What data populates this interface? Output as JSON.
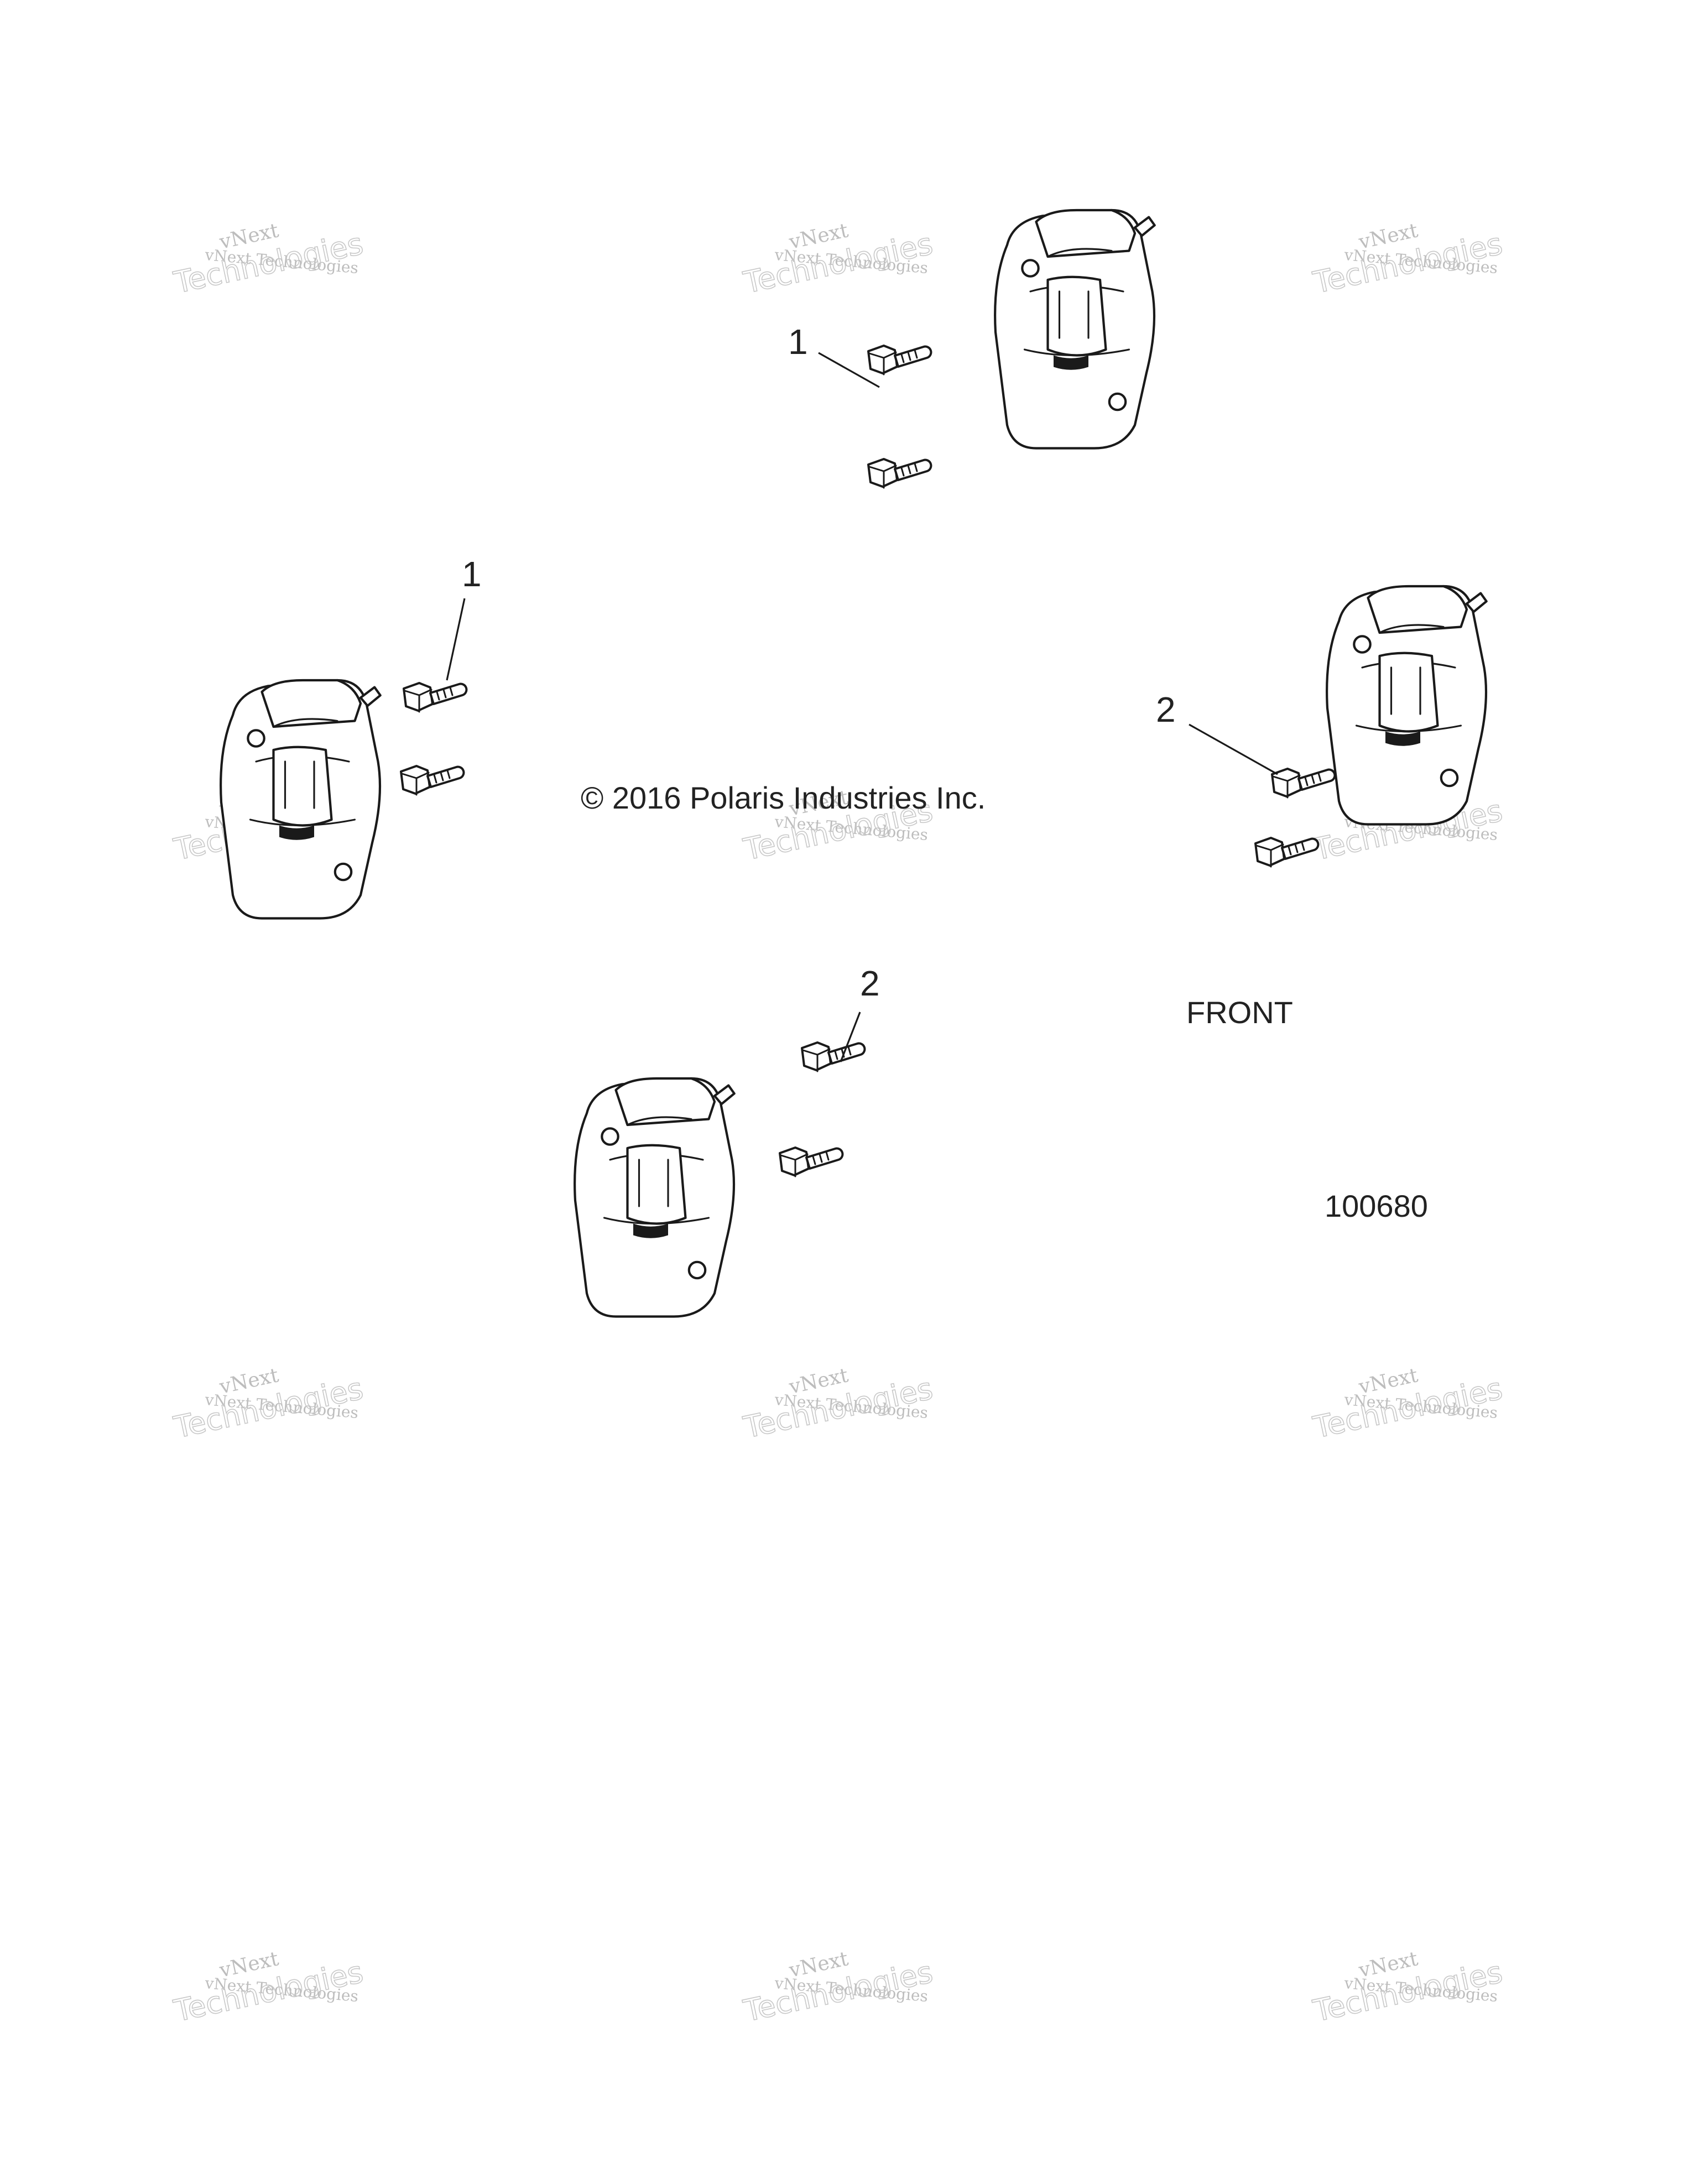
{
  "diagram": {
    "copyright": "© 2016 Polaris Industries Inc.",
    "orientation_label": "FRONT",
    "figure_number": "100680",
    "callouts": [
      {
        "id": "callout-1-top",
        "label": "1"
      },
      {
        "id": "callout-1-left",
        "label": "1"
      },
      {
        "id": "callout-2-right",
        "label": "2"
      },
      {
        "id": "callout-2-bottom",
        "label": "2"
      }
    ],
    "watermark": {
      "line1": "vNext",
      "line2": "vNext Technologies",
      "line3": "Technologies"
    },
    "colors": {
      "ink": "#1a1a1a",
      "watermark": "#bdbdbd",
      "background": "#ffffff"
    }
  }
}
